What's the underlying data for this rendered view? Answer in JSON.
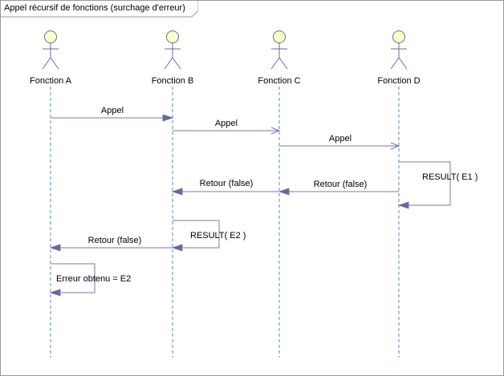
{
  "diagram": {
    "title": "Appel récursif de fonctions (surchage d'erreur)",
    "actors": [
      {
        "label": "Fonction A"
      },
      {
        "label": "Fonction B"
      },
      {
        "label": "Fonction C"
      },
      {
        "label": "Fonction D"
      }
    ],
    "messages": [
      {
        "from": 0,
        "to": 1,
        "label": "Appel",
        "kind": "sync"
      },
      {
        "from": 1,
        "to": 2,
        "label": "Appel",
        "kind": "async"
      },
      {
        "from": 2,
        "to": 3,
        "label": "Appel",
        "kind": "async"
      },
      {
        "from": 3,
        "to": 3,
        "label": "RESULT( E1 )",
        "kind": "self"
      },
      {
        "from": 3,
        "to": 2,
        "label": "Retour (false)",
        "kind": "sync"
      },
      {
        "from": 2,
        "to": 1,
        "label": "Retour (false)",
        "kind": "sync"
      },
      {
        "from": 1,
        "to": 1,
        "label": "RESULT( E2 )",
        "kind": "self"
      },
      {
        "from": 1,
        "to": 0,
        "label": "Retour (false)",
        "kind": "sync"
      },
      {
        "from": 0,
        "to": 0,
        "label": "Erreur obtenu = E2",
        "kind": "self"
      }
    ],
    "colors": {
      "frame_border": "#9a9a9a",
      "actor_head_fill": "#ffffcc",
      "actor_stroke": "#6b6b9a",
      "lifeline": "#5a8ac6",
      "message": "#7878a8",
      "arrow_fill": "#6868a0"
    }
  }
}
